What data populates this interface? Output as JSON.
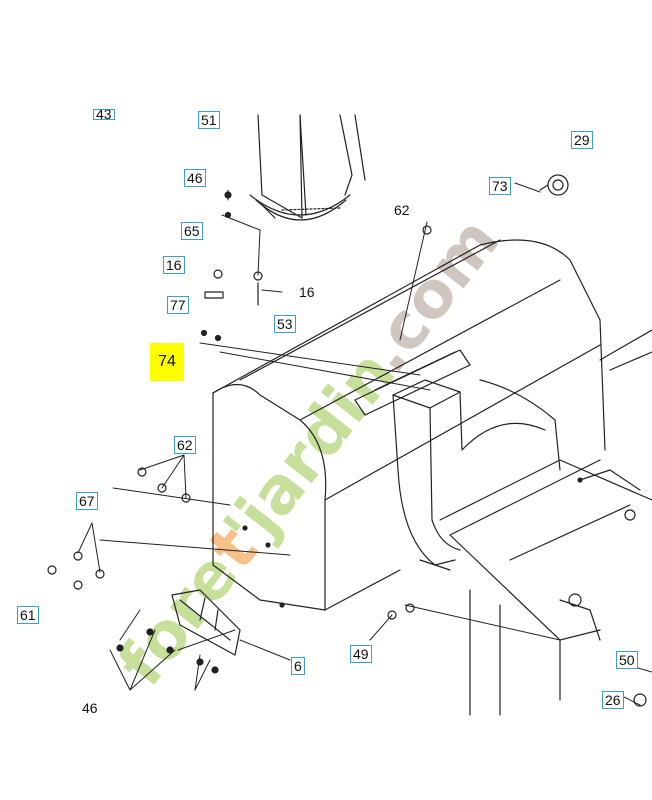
{
  "diagram": {
    "callouts": {
      "c43": "43",
      "c51": "51",
      "c29": "29",
      "c73": "73",
      "c62_top": "62",
      "c46_top": "46",
      "c65": "65",
      "c16_left": "16",
      "c16_right": "16",
      "c77": "77",
      "c53": "53",
      "c74": "74",
      "c62_mid": "62",
      "c67": "67",
      "c61": "61",
      "c6": "6",
      "c49": "49",
      "c46_bottom": "46",
      "c50": "50",
      "c26": "26"
    },
    "highlight_color": "#ffff00",
    "callout_border_color": "#3aa0c8"
  },
  "watermark": {
    "text_a": "fore",
    "text_b": "t",
    "text_c": "'",
    "text_d": "jardin",
    "text_e": ".com",
    "colors": {
      "green": "#c6df9a",
      "orange": "#f6c188",
      "grey": "#cfc7bf"
    }
  }
}
